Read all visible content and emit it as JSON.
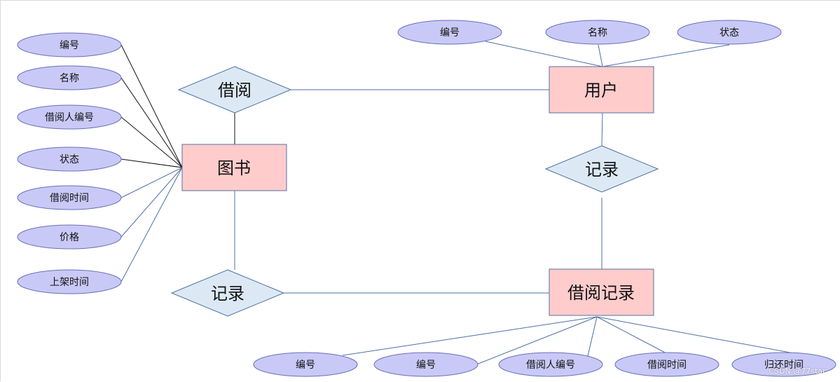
{
  "colors": {
    "attribute_fill": "#c9c9f7",
    "attribute_stroke": "#6a6fb8",
    "entity_fill": "#ffcccc",
    "entity_stroke": "#5a6fa0",
    "relation_fill": "#dce9f5",
    "relation_stroke": "#4d6fa6",
    "line_blue": "#4d6fa6",
    "line_black": "#111111"
  },
  "entities": {
    "book": "图书",
    "user": "用户",
    "borrow_record": "借阅记录"
  },
  "relations": {
    "borrow": "借阅",
    "user_record": "记录",
    "book_record": "记录"
  },
  "book_attributes": [
    "编号",
    "名称",
    "借阅人编号",
    "状态",
    "借阅时间",
    "价格",
    "上架时间"
  ],
  "user_attributes": [
    "编号",
    "名称",
    "状态"
  ],
  "record_attributes": [
    "编号",
    "编号",
    "借阅人编号",
    "借阅时间",
    "归还时间"
  ],
  "watermark": "CSDN @77star."
}
